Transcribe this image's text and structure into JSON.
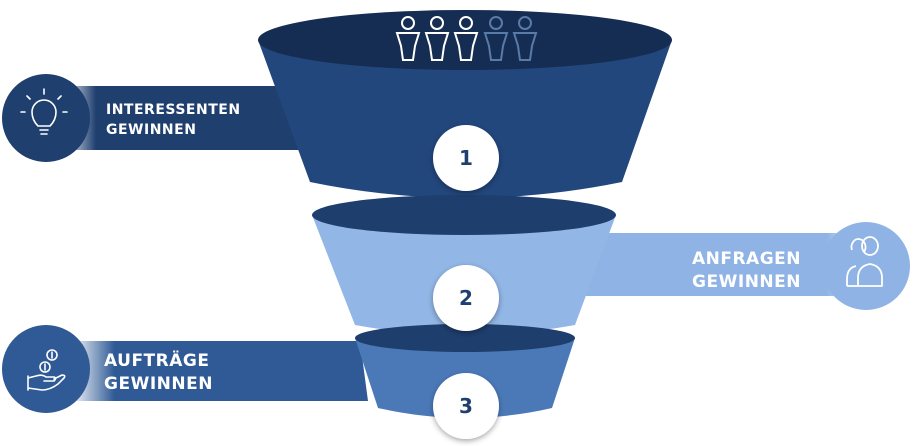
{
  "stages": [
    {
      "number": "1",
      "line1": "INTERESSENTEN",
      "line2": "GEWINNEN",
      "icon": "lightbulb-icon",
      "color": "#1f3f6f"
    },
    {
      "number": "2",
      "line1": "ANFRAGEN",
      "line2": "GEWINNEN",
      "icon": "users-icon",
      "color": "#8fb3e4"
    },
    {
      "number": "3",
      "line1": "AUFTRÄGE",
      "line2": "GEWINNEN",
      "icon": "hand-coins-icon",
      "color": "#4a78b5"
    }
  ],
  "top_icons": [
    "person-icon",
    "person-icon",
    "person-icon",
    "person-icon-faded",
    "person-icon-faded"
  ],
  "colors": {
    "dark_blue": "#1f3f6f",
    "light_blue": "#8fb3e4",
    "mid_blue": "#4a78b5",
    "number_text": "#1f3f6f"
  }
}
